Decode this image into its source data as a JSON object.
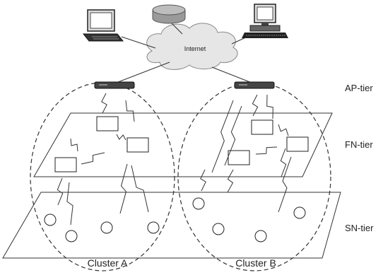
{
  "internet_label": "Internet",
  "tiers": [
    {
      "id": "ap",
      "label": "AP-tier"
    },
    {
      "id": "fn",
      "label": "FN-tier"
    },
    {
      "id": "sn",
      "label": "SN-tier"
    }
  ],
  "clusters": [
    {
      "id": "a",
      "label": "Cluster A"
    },
    {
      "id": "b",
      "label": "Cluster B"
    }
  ],
  "devices": [
    {
      "name": "laptop-left",
      "kind": "laptop"
    },
    {
      "name": "database",
      "kind": "database"
    },
    {
      "name": "desktop-right",
      "kind": "desktop"
    }
  ],
  "node_kinds": {
    "access_point": "router-icon",
    "forwarding_node": "rectangle-node",
    "sensor_node": "circle-node"
  }
}
